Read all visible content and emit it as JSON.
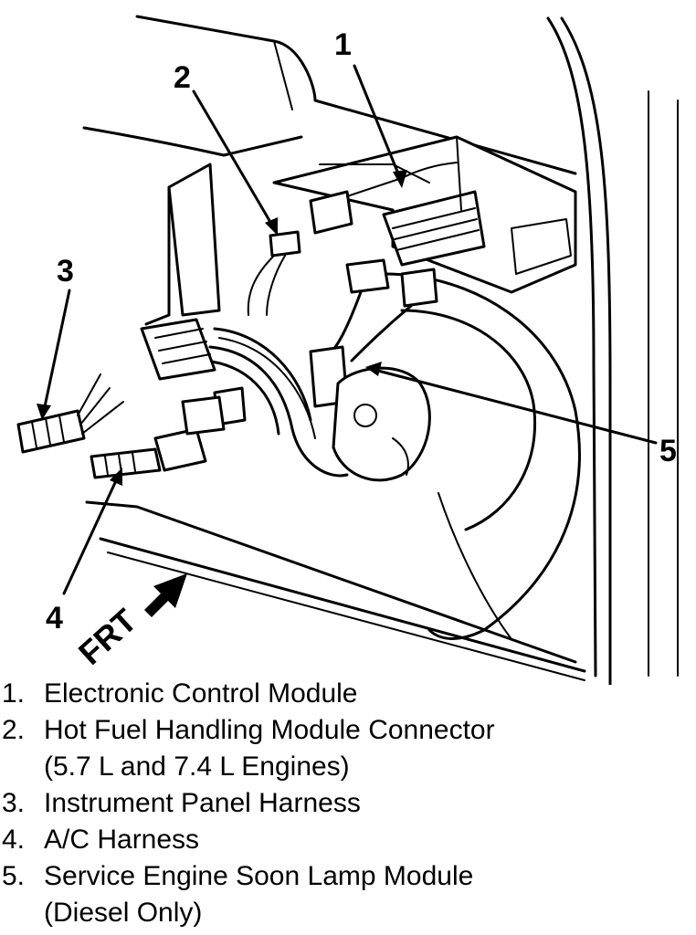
{
  "callouts": [
    {
      "id": "1",
      "label": "1"
    },
    {
      "id": "2",
      "label": "2"
    },
    {
      "id": "3",
      "label": "3"
    },
    {
      "id": "4",
      "label": "4"
    },
    {
      "id": "5",
      "label": "5"
    }
  ],
  "direction_label": "FRT",
  "legend": [
    {
      "num": "1.",
      "text": "Electronic Control Module"
    },
    {
      "num": "2.",
      "text": "Hot Fuel Handling Module Connector\n(5.7 L and 7.4 L Engines)"
    },
    {
      "num": "3.",
      "text": "Instrument Panel Harness"
    },
    {
      "num": "4.",
      "text": "A/C Harness"
    },
    {
      "num": "5.",
      "text": "Service Engine Soon Lamp Module\n(Diesel Only)"
    }
  ]
}
